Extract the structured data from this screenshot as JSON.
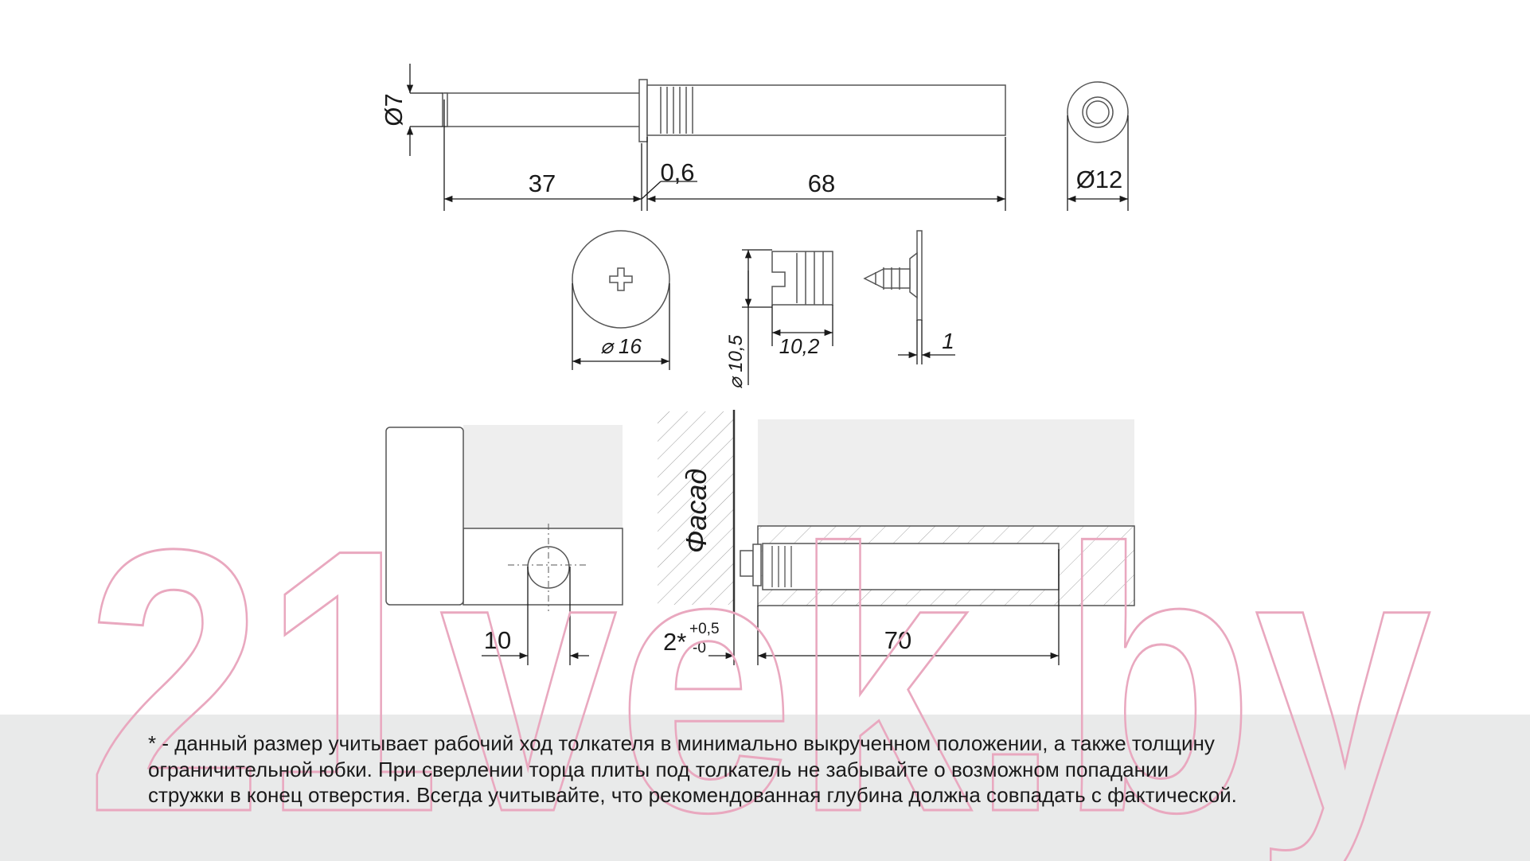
{
  "dimensions": {
    "rod_diameter": "Ø7",
    "rod_length": "37",
    "gap": "0,6",
    "body_length": "68",
    "body_diameter": "Ø12",
    "plate_diameter": "16",
    "dowel_diameter": "10,5",
    "dowel_length": "10,2",
    "plate_thickness": "1",
    "offset": "10",
    "clearance": "2*",
    "clearance_tol_upper": "+0,5",
    "clearance_tol_lower": "-0",
    "hole_depth": "70"
  },
  "labels": {
    "facade": "Фасад"
  },
  "diameter_symbol": "⌀",
  "watermark": "21vek.by",
  "footnote": {
    "lines": [
      "* - данный размер учитывает рабочий ход толкателя в минимально выкрученном положении, а также толщину",
      "ограничительной юбки. При сверлении торца плиты под толкатель не забывайте о возможном попадании",
      "стружки в конец отверстия. Всегда учитывайте, что рекомендованная глубина должна совпадать с фактической."
    ]
  },
  "colors": {
    "line": "#2b2b2b",
    "light_line": "#8a8a8a",
    "panel_fill": "#eeeeee",
    "watermark": "#e9a8bf",
    "footer_bg": "#e9eaea"
  }
}
